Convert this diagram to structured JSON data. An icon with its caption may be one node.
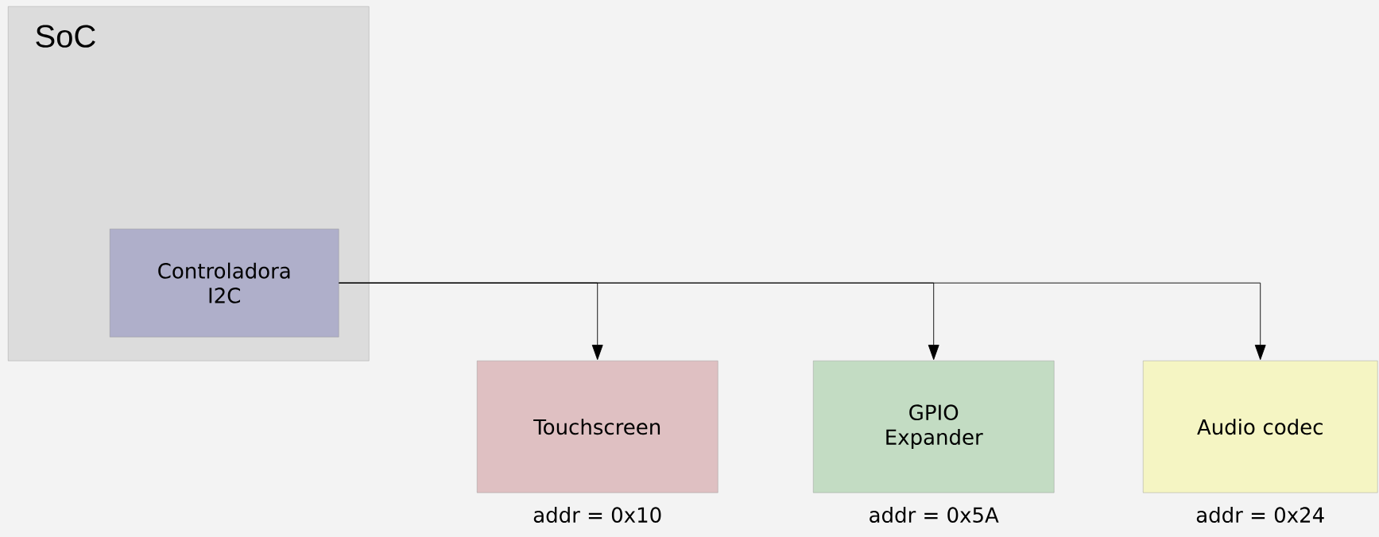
{
  "diagram": {
    "nodes": [
      {
        "text": [
          "SoC"
        ]
      },
      {
        "text": [
          "Controladora I2C"
        ],
        "in": 0
      },
      {
        "text": [
          "Touchscreen"
        ],
        "beside": [
          "addr = 0x10"
        ]
      },
      {
        "text": [
          "GPIO Expander"
        ],
        "beside": [
          "addr = 0x5A"
        ]
      },
      {
        "text": [
          "Audio codec"
        ],
        "beside": [
          "addr = 0x24"
        ]
      }
    ],
    "edges": [
      {
        "from": 1,
        "to": 2,
        "arrow": "to"
      },
      {
        "from": 1,
        "to": 3,
        "arrow": "to"
      },
      {
        "from": 1,
        "to": 4,
        "arrow": "to"
      }
    ]
  }
}
